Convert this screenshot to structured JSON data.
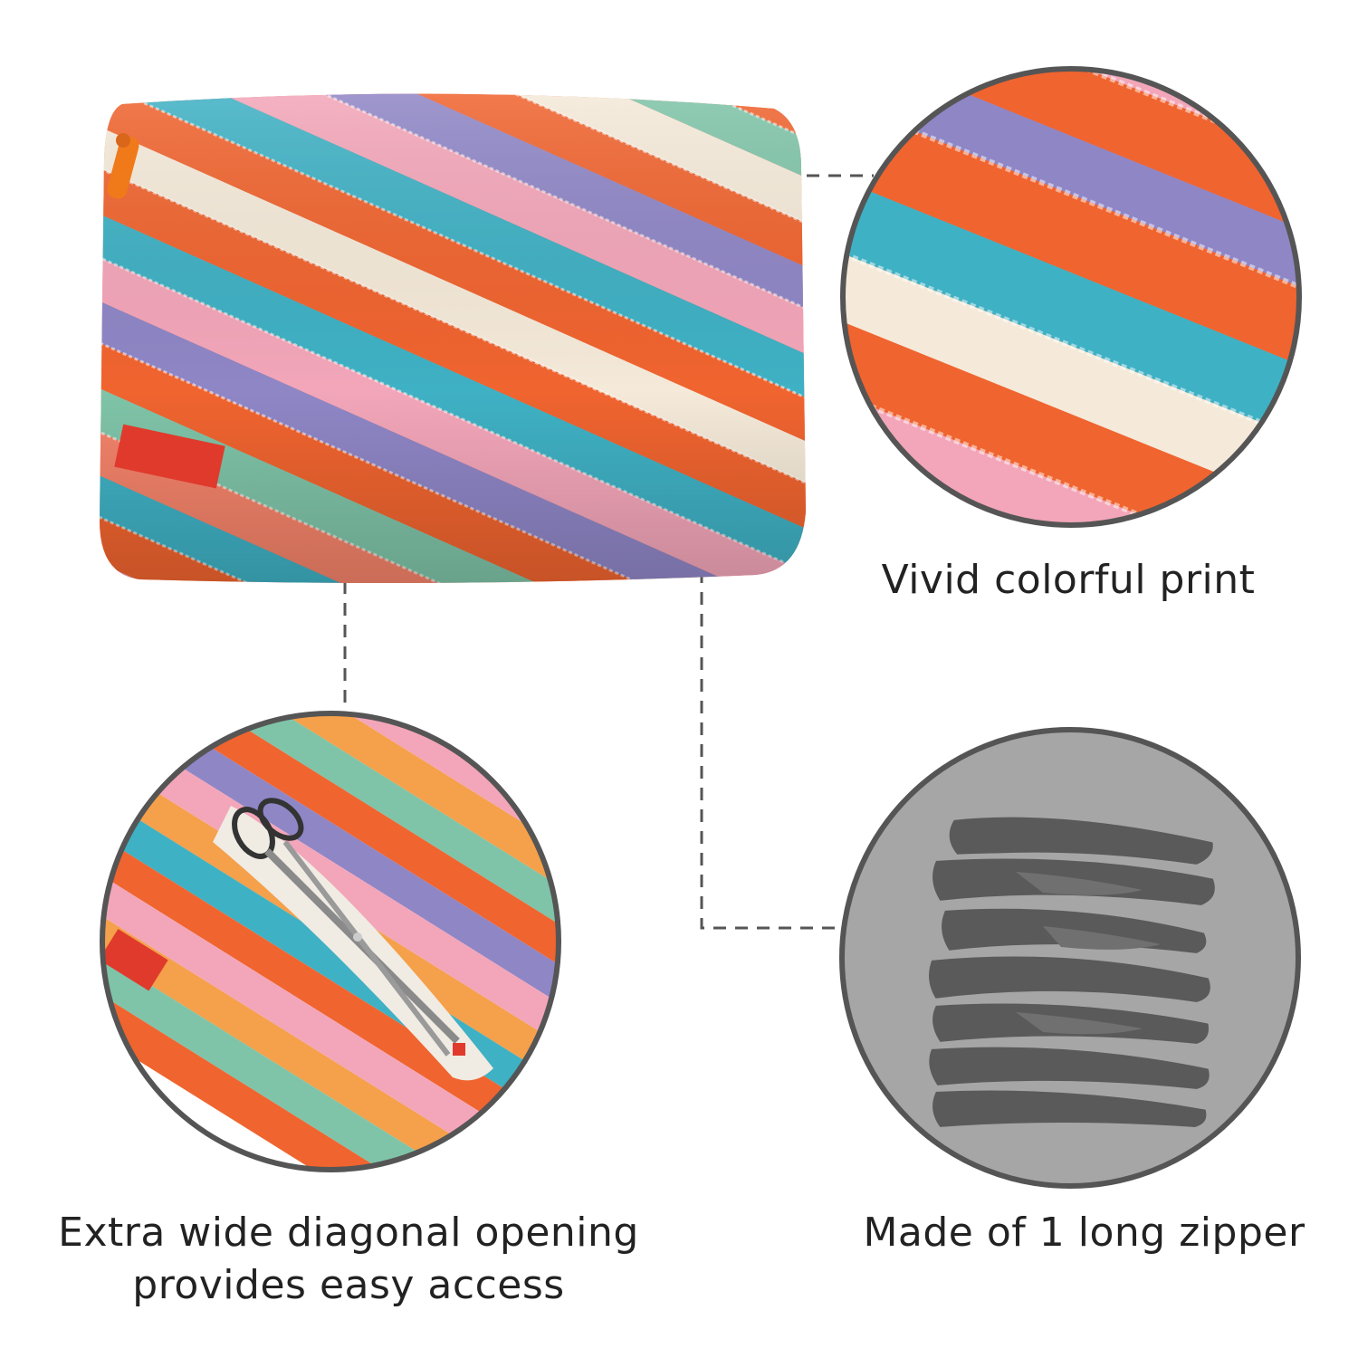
{
  "features": {
    "print": {
      "label": "Vivid colorful print"
    },
    "opening": {
      "line1": "Extra wide diagonal opening",
      "line2": "provides easy access"
    },
    "zipper": {
      "label": "Made of 1 long zipper"
    }
  },
  "colors": {
    "orange": "#f0642f",
    "coral": "#f4836a",
    "teal": "#3fb1c4",
    "pink": "#f3a6b9",
    "lavender": "#8f86c6",
    "mint": "#7fc4a8",
    "cream": "#f5ead9",
    "circle_border": "#555555",
    "zipper_bg": "#a6a6a6",
    "zipper_band": "#5a5a5a",
    "leader_line": "#555555",
    "text": "#222222"
  },
  "icons": [
    "zipper-pouch-photo",
    "fabric-closeup-photo",
    "open-pouch-photo",
    "zipper-coil-icon"
  ]
}
